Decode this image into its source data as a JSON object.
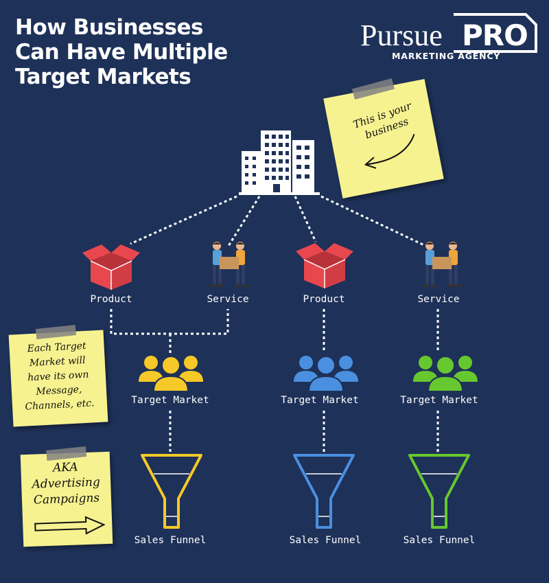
{
  "title": {
    "line1": "How Businesses",
    "line2": "Can Have Multiple",
    "line3": "Target Markets"
  },
  "logo": {
    "word": "Pursue",
    "pro": "PRO",
    "subtitle": "MARKETING AGENCY"
  },
  "notes": {
    "business": {
      "line1": "This is your",
      "line2": "business"
    },
    "market": {
      "line1": "Each Target",
      "line2": "Market will",
      "line3": "have its own",
      "line4": "Message,",
      "line5": "Channels, etc."
    },
    "aka": {
      "line1": "AKA",
      "line2": "Advertising",
      "line3": "Campaigns"
    }
  },
  "offerings": [
    {
      "label": "Product",
      "icon": "open-box-icon",
      "color": "#e8474e"
    },
    {
      "label": "Service",
      "icon": "people-carrying-box-icon"
    },
    {
      "label": "Product",
      "icon": "open-box-icon",
      "color": "#e8474e"
    },
    {
      "label": "Service",
      "icon": "people-carrying-box-icon"
    }
  ],
  "markets": [
    {
      "label": "Target Market",
      "color": "#f7c928"
    },
    {
      "label": "Target Market",
      "color": "#4a8fe0"
    },
    {
      "label": "Target Market",
      "color": "#66c82e"
    }
  ],
  "funnels": [
    {
      "label": "Sales Funnel",
      "color": "#f7c928"
    },
    {
      "label": "Sales Funnel",
      "color": "#4a8fe0"
    },
    {
      "label": "Sales Funnel",
      "color": "#66c82e"
    }
  ],
  "colors": {
    "background": "#1e3158",
    "note": "#f6f290",
    "line": "#ffffff"
  }
}
